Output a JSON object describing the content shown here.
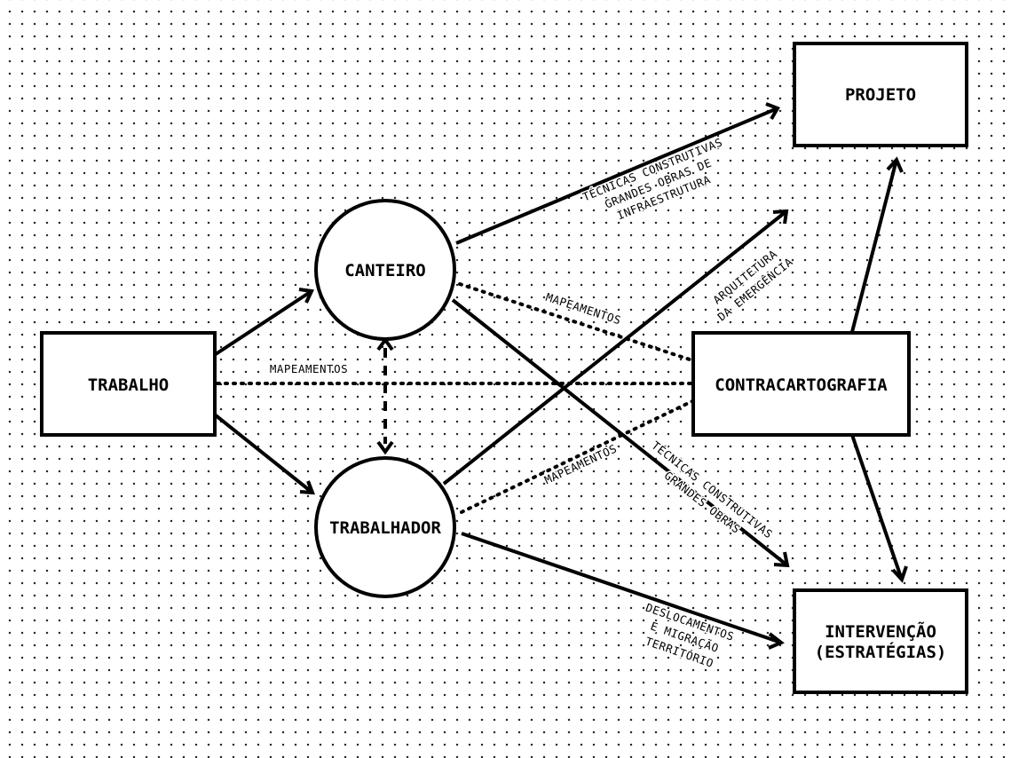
{
  "colors": {
    "ink": "#000000",
    "paper": "#ffffff"
  },
  "nodes": {
    "trabalho": "TRABALHO",
    "canteiro": "CANTEIRO",
    "trabalhador": "TRABALHADOR",
    "contracartografia": "CONTRACARTOGRAFIA",
    "projeto": "PROJETO",
    "intervencao": [
      "INTERVENÇÃO",
      "(ESTRATÉGIAS)"
    ]
  },
  "edge_labels": {
    "mapeamentos_trabalho": "MAPEAMENTOS",
    "mapeamentos_canteiro": "MAPEAMENTOS",
    "mapeamentos_trabalhador": "MAPEAMENTOS",
    "canteiro_projeto": [
      "TÉCNICAS CONSTRUTIVAS",
      "GRANDES OBRAS DE",
      "INFRAESTRUTURA"
    ],
    "trabalhador_projeto": [
      "ARQUITETURA",
      "DA EMERGÊNCIA"
    ],
    "canteiro_intervencao": [
      "TÉCNICAS CONSTRUTIVAS",
      "GRANDES OBRAS"
    ],
    "trabalhador_intervencao": [
      "DESLOCAMENTOS",
      "E MIGRAÇÃO",
      "TERRITÓRIO"
    ]
  }
}
